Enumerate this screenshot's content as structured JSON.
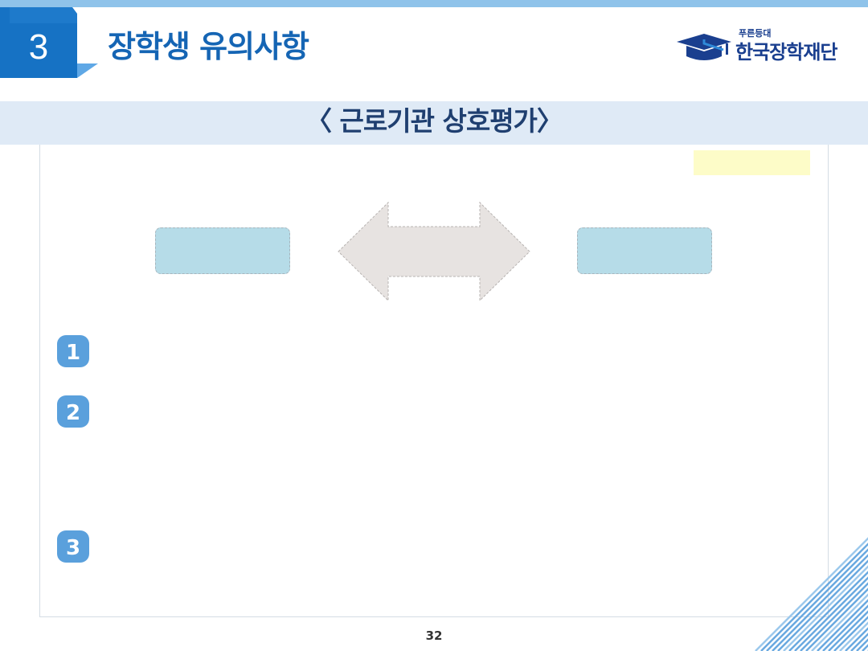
{
  "header": {
    "section_number": "3",
    "title": "장학생 유의사항"
  },
  "logo": {
    "tagline": "푸른등대",
    "name": "한국장학재단"
  },
  "subtitle": "〈 근로기관 상호평가〉",
  "steps": [
    "1",
    "2",
    "3"
  ],
  "footer": {
    "page_number": "32"
  },
  "colors": {
    "accent_blue": "#1565b4",
    "top_bar": "#8fc3ea",
    "subtitle_band": "#dfeaf6",
    "party_box": "#b6dce8",
    "arrow_fill": "#e7e3e1",
    "note_box": "#fdfcc8",
    "step_badge": "#5aa0dc"
  },
  "icons": {
    "graduation_cap": "graduation-cap-icon",
    "double_arrow": "double-arrow-icon"
  }
}
